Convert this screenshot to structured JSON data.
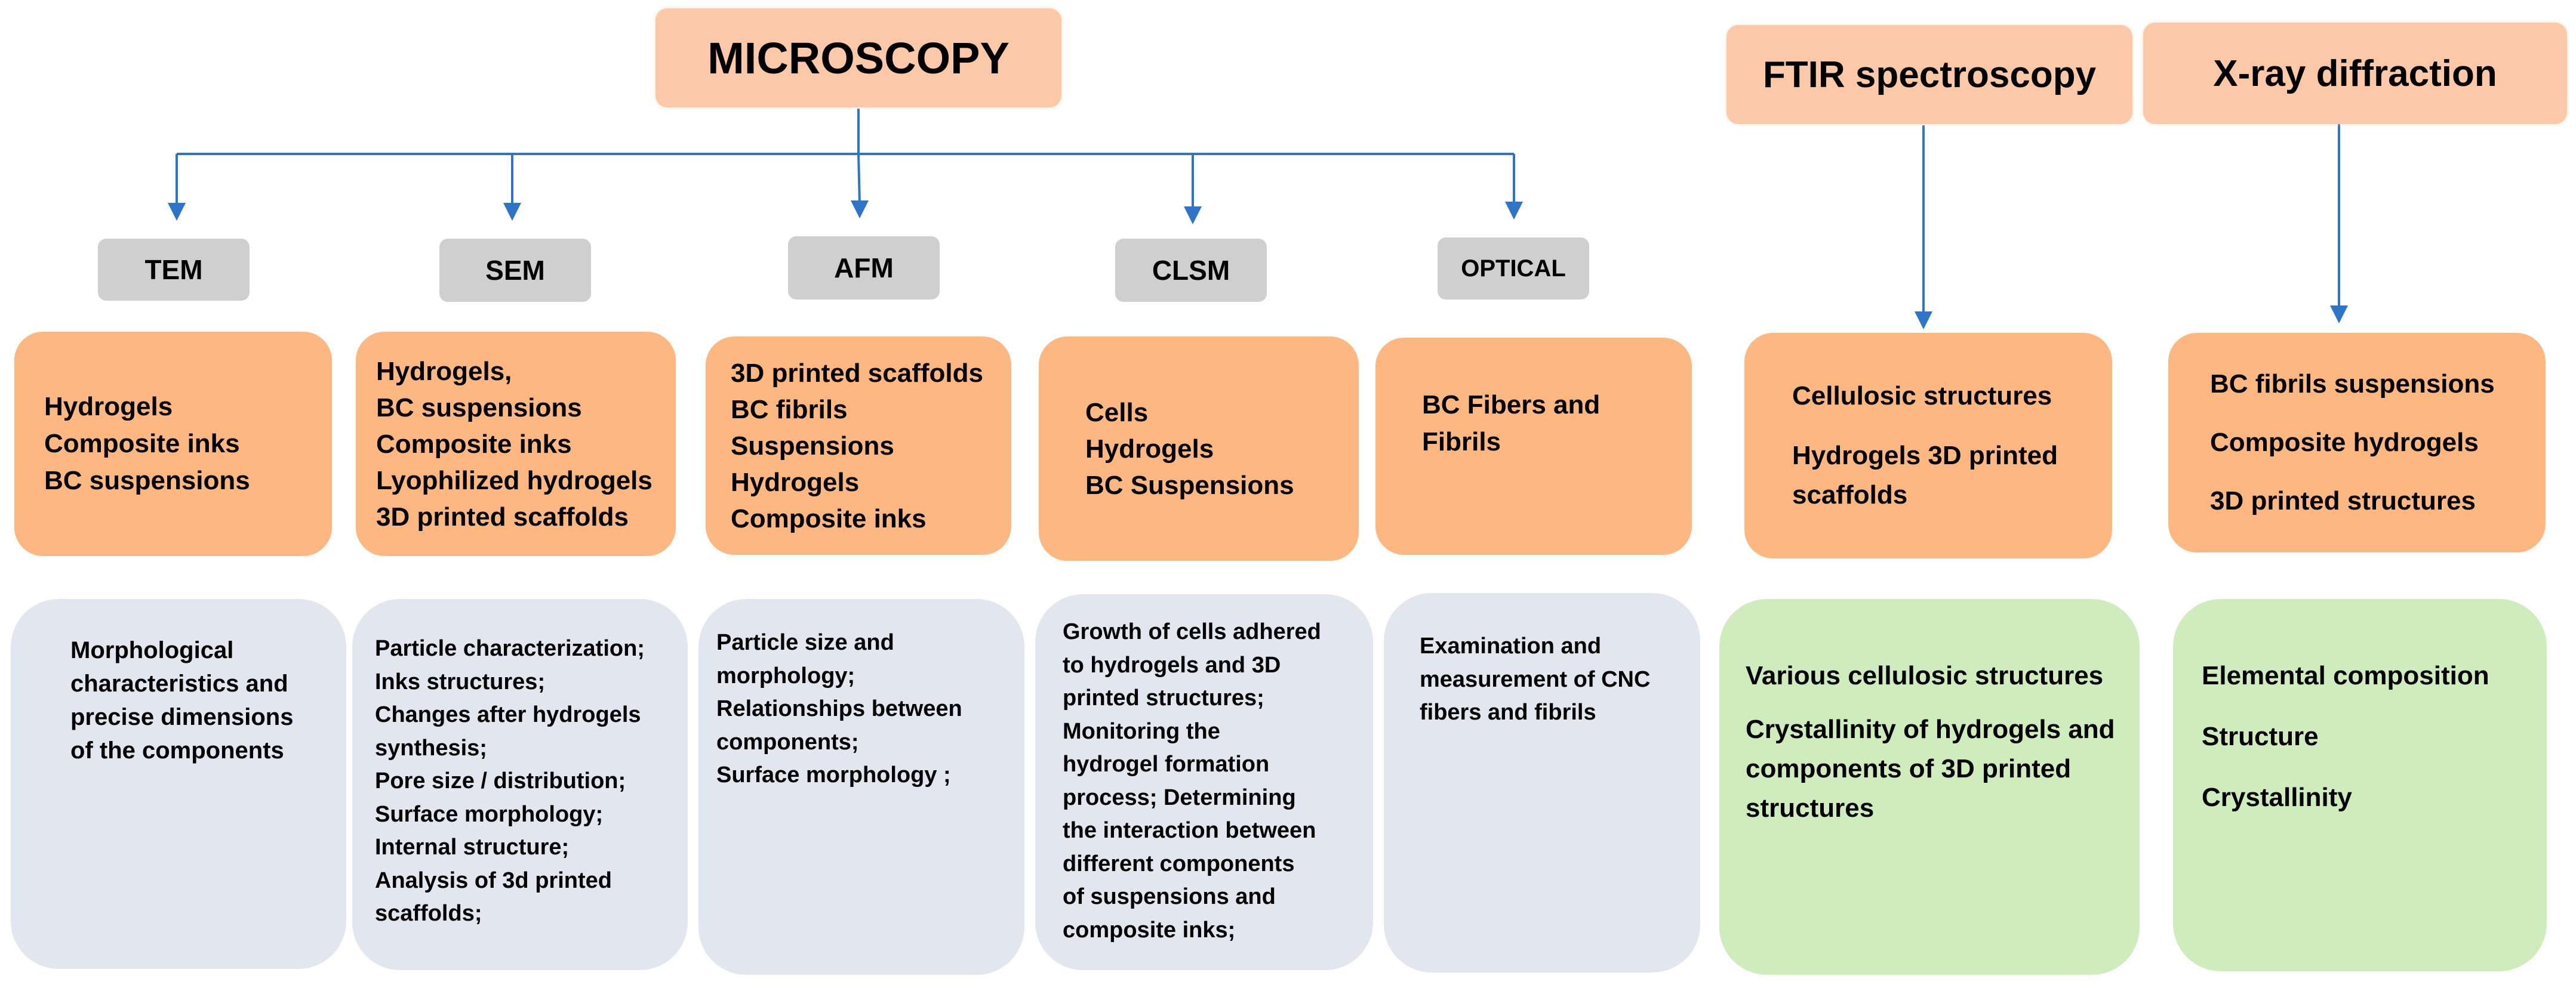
{
  "headers": {
    "microscopy": "MICROSCOPY",
    "ftir": "FTIR spectroscopy",
    "xrd": "X-ray diffraction"
  },
  "techniques": {
    "tem": "TEM",
    "sem": "SEM",
    "afm": "AFM",
    "clsm": "CLSM",
    "optical": "OPTICAL"
  },
  "samples": {
    "tem": [
      "Hydrogels",
      "Composite inks",
      "BC suspensions"
    ],
    "sem": [
      "Hydrogels,",
      "BC suspensions",
      "Composite inks",
      "Lyophilized hydrogels",
      "3D printed scaffolds"
    ],
    "afm": [
      "3D printed scaffolds",
      "BC fibrils",
      "Suspensions",
      "Hydrogels",
      "Composite inks"
    ],
    "clsm": [
      "Cells",
      "Hydrogels",
      "BC Suspensions"
    ],
    "optical": [
      "BC Fibers and",
      "Fibrils"
    ],
    "ftir": [
      "Cellulosic structures",
      "Hydrogels 3D printed",
      "scaffolds"
    ],
    "xrd": [
      "BC fibrils suspensions",
      "Composite hydrogels",
      "3D printed structures"
    ]
  },
  "descriptions": {
    "tem": [
      "Morphological",
      "characteristics and",
      "precise dimensions",
      "of the components"
    ],
    "sem": [
      "Particle characterization;",
      "Inks structures;",
      "Changes after hydrogels",
      "synthesis;",
      "Pore size / distribution;",
      "Surface morphology;",
      "Internal structure;",
      "Analysis of 3d printed",
      "scaffolds;"
    ],
    "afm": [
      "Particle size and",
      "morphology;",
      "Relationships between",
      "components;",
      "Surface morphology ;"
    ],
    "clsm": [
      "Growth of cells adhered",
      "to hydrogels and 3D",
      "printed structures;",
      "Monitoring  the",
      "hydrogel formation",
      "process; Determining",
      "the interaction between",
      "different components",
      "of suspensions and",
      "composite inks;"
    ],
    "optical": [
      "Examination and",
      "measurement of CNC",
      "fibers and fibrils"
    ],
    "ftir": [
      "Various cellulosic structures",
      "Crystallinity of hydrogels and",
      "components of 3D printed",
      "structures"
    ],
    "xrd": [
      "Elemental composition",
      "Structure",
      "Crystallinity"
    ]
  },
  "colors": {
    "header": "#fcc9a8",
    "technique": "#cfcfcf",
    "sample": "#fdb882",
    "desc_grey": "#e2e6ee",
    "desc_green": "#cfecbd",
    "connector": "#2e75c8"
  }
}
